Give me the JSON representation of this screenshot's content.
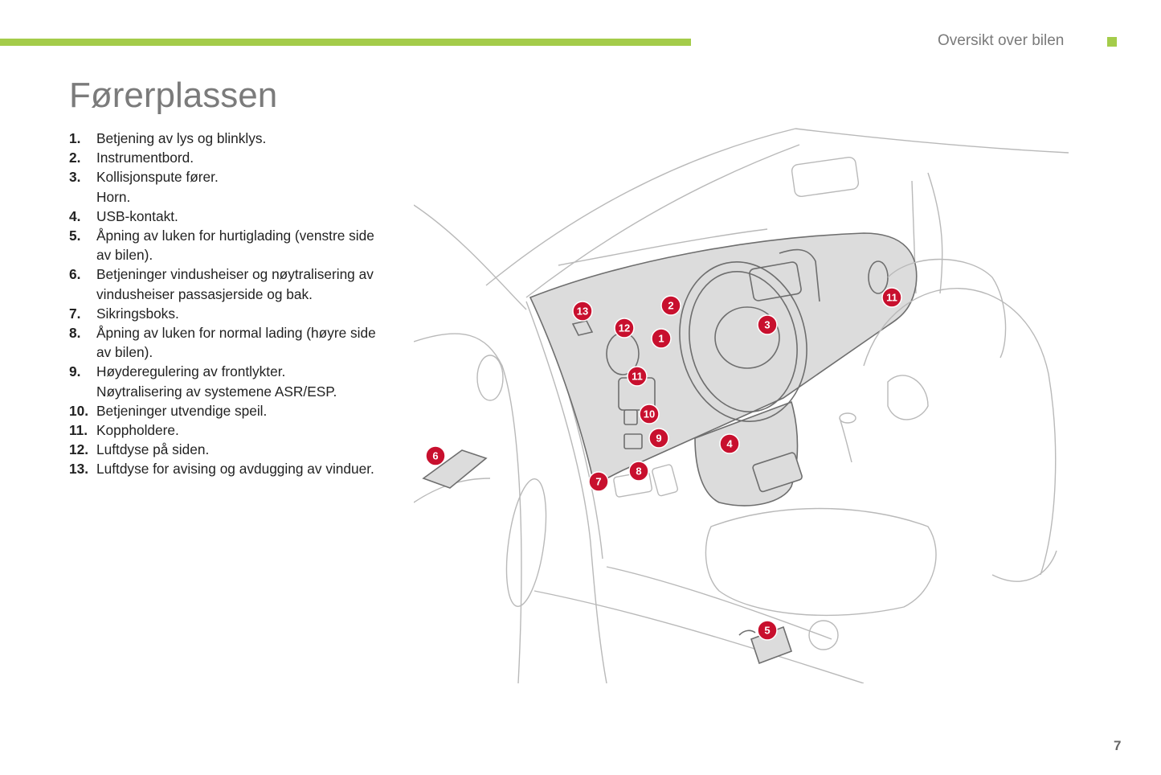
{
  "header": {
    "section_title": "Oversikt over bilen",
    "accent_color": "#a4cc4a"
  },
  "page": {
    "title": "Førerplassen",
    "number": "7"
  },
  "items": [
    {
      "num": "1.",
      "text": "Betjening av lys og blinklys."
    },
    {
      "num": "2.",
      "text": "Instrumentbord."
    },
    {
      "num": "3.",
      "text": "Kollisjonspute fører.\nHorn."
    },
    {
      "num": "4.",
      "text": "USB-kontakt."
    },
    {
      "num": "5.",
      "text": "Åpning av luken for hurtiglading (venstre side av bilen)."
    },
    {
      "num": "6.",
      "text": "Betjeninger vindusheiser og nøytralisering av vindusheiser passasjerside og bak."
    },
    {
      "num": "7.",
      "text": "Sikringsboks."
    },
    {
      "num": "8.",
      "text": "Åpning av luken for normal lading (høyre side av bilen)."
    },
    {
      "num": "9.",
      "text": "Høyderegulering av frontlykter.\nNøytralisering av systemene ASR/ESP."
    },
    {
      "num": "10.",
      "text": "Betjeninger utvendige speil."
    },
    {
      "num": "11.",
      "text": "Koppholdere."
    },
    {
      "num": "12.",
      "text": "Luftdyse på siden."
    },
    {
      "num": "13.",
      "text": "Luftdyse for avising og avdugging av vinduer."
    }
  ],
  "illustration": {
    "description": "Driver's cabin line drawing with numbered callouts",
    "callout_color": "#c8102e",
    "callouts": [
      {
        "label": "1",
        "target": "lighting-stalk"
      },
      {
        "label": "2",
        "target": "instrument-panel"
      },
      {
        "label": "3",
        "target": "steering-wheel-airbag"
      },
      {
        "label": "4",
        "target": "usb-socket"
      },
      {
        "label": "5",
        "target": "rapid-charge-flap-release"
      },
      {
        "label": "6",
        "target": "window-switches"
      },
      {
        "label": "7",
        "target": "fuse-box"
      },
      {
        "label": "8",
        "target": "normal-charge-flap-release"
      },
      {
        "label": "9",
        "target": "headlamp-adjust-asr-esp"
      },
      {
        "label": "10",
        "target": "mirror-controls"
      },
      {
        "label": "11",
        "target": "cup-holder-left"
      },
      {
        "label": "11",
        "target": "cup-holder-right"
      },
      {
        "label": "12",
        "target": "side-vent"
      },
      {
        "label": "13",
        "target": "demist-vent"
      }
    ]
  }
}
